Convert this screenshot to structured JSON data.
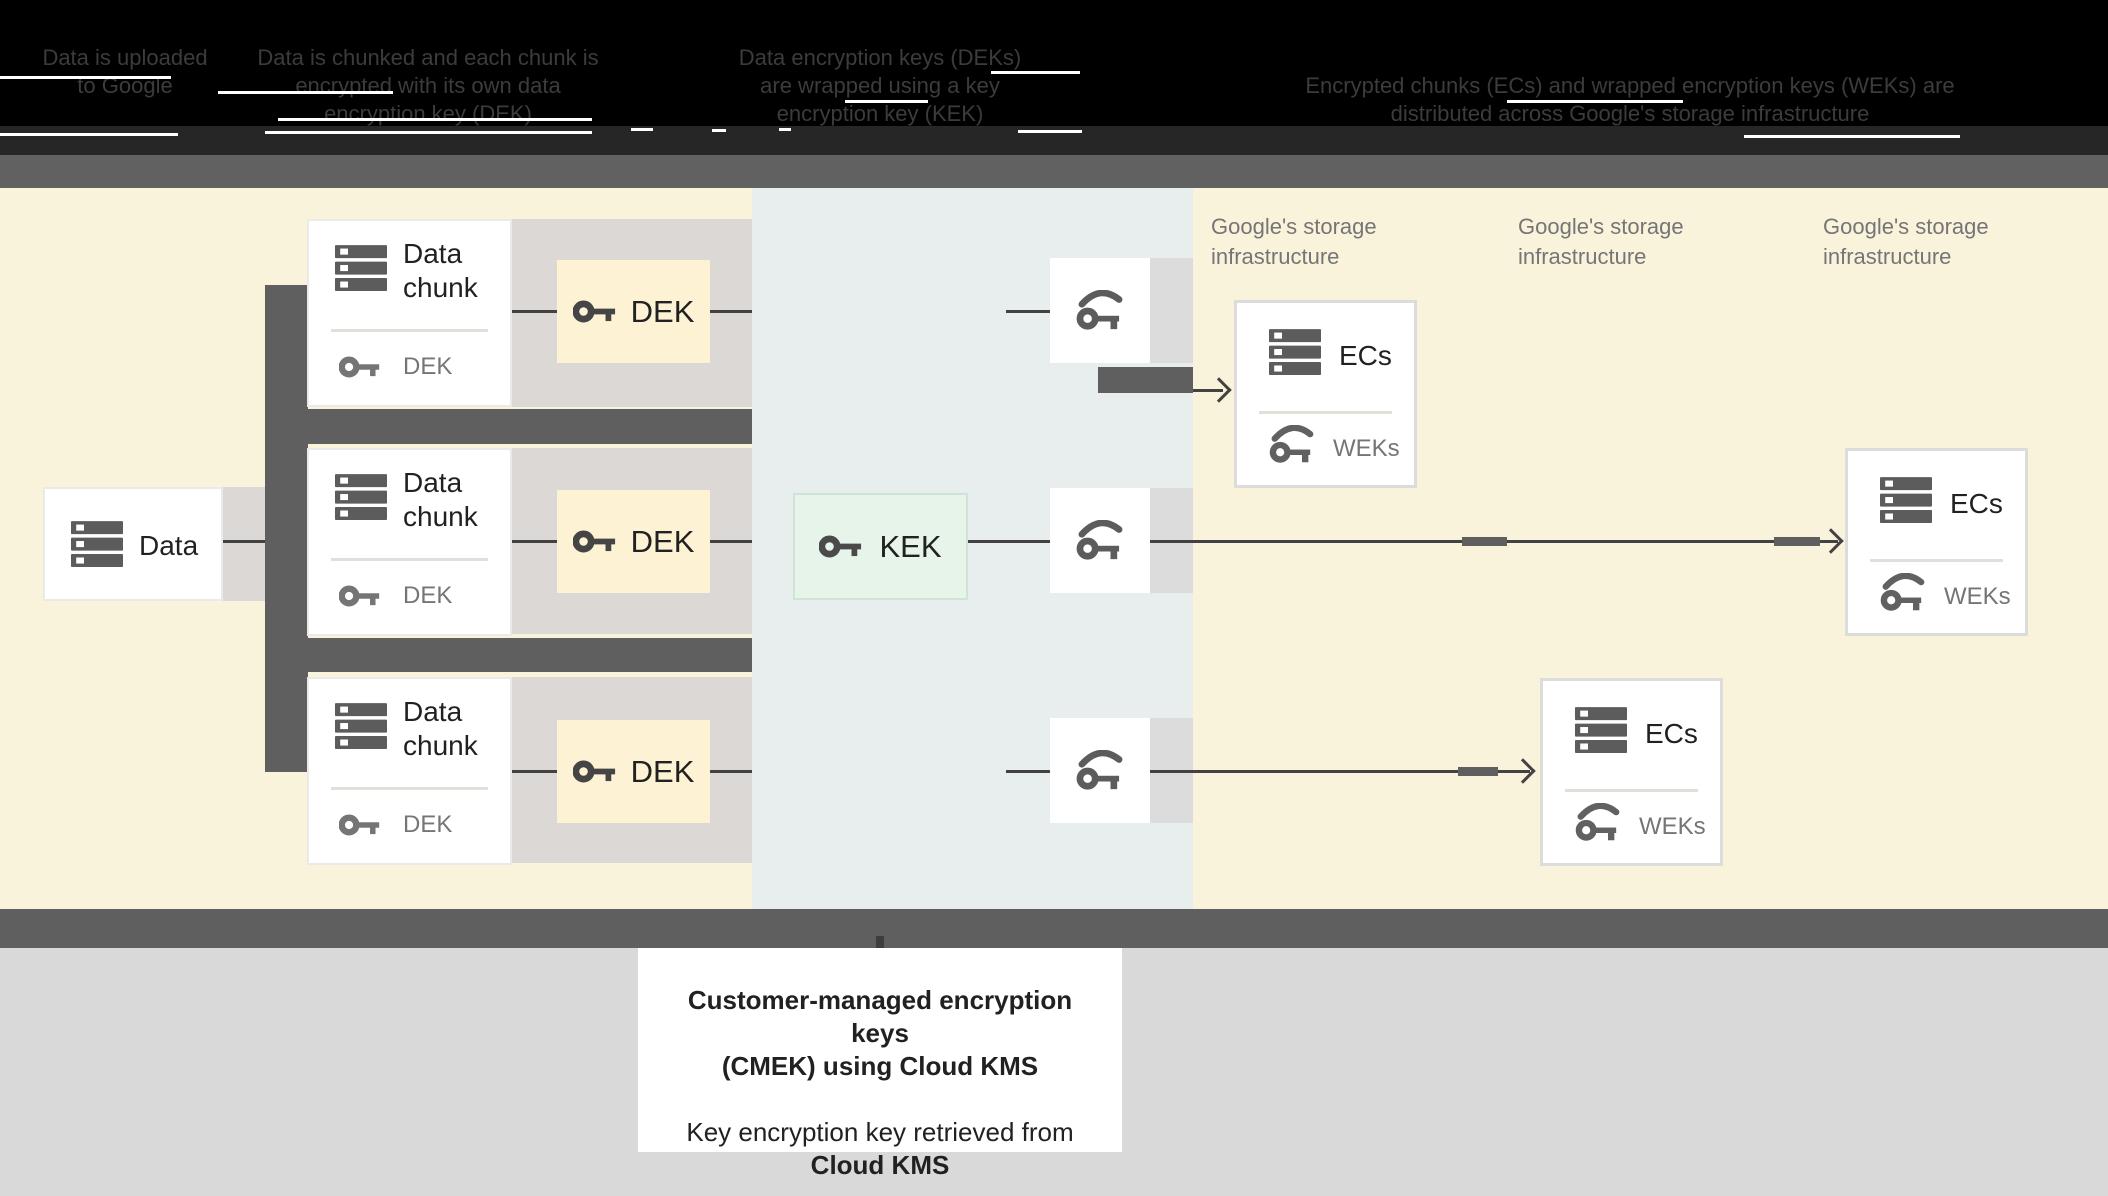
{
  "header": {
    "steps": [
      {
        "text": "Data is uploaded to Google"
      },
      {
        "text": "Data is chunked and each chunk is encrypted with its own data encryption key (DEK)"
      },
      {
        "text": "Data encryption keys (DEKs) are wrapped using a key encryption key (KEK)"
      },
      {
        "text": "Encrypted chunks (ECs) and wrapped encryption keys (WEKs) are distributed across Google's storage infrastructure"
      }
    ]
  },
  "diagram": {
    "data_box": {
      "label": "Data"
    },
    "chunk_rows": [
      {
        "title": "Data chunk",
        "key_label": "DEK",
        "dek_box_label": "DEK"
      },
      {
        "title": "Data chunk",
        "key_label": "DEK",
        "dek_box_label": "DEK"
      },
      {
        "title": "Data chunk",
        "key_label": "DEK",
        "dek_box_label": "DEK"
      }
    ],
    "kek_box": {
      "label": "KEK"
    },
    "storage_labels": [
      {
        "text": "Google's storage infrastructure"
      },
      {
        "text": "Google's storage infrastructure"
      },
      {
        "text": "Google's storage infrastructure"
      }
    ],
    "ec_boxes": [
      {
        "title": "ECs",
        "key_label": "WEKs"
      },
      {
        "title": "ECs",
        "key_label": "WEKs"
      },
      {
        "title": "ECs",
        "key_label": "WEKs"
      }
    ]
  },
  "caption": {
    "line1a": "Customer-managed encryption keys",
    "line1b": "(CMEK) using Cloud KMS",
    "line2a": "Key encryption key retrieved from",
    "line2b": "Cloud KMS"
  },
  "colors": {
    "cream": "#faf3dc",
    "bluegray": "#e8edee",
    "rowgray": "#dbd8d5",
    "keystrip": "#dcdcdc",
    "darkbar": "#5f5f5f",
    "graybar": "#616161",
    "header_black": "#000000",
    "header_black2": "#262626",
    "bottom_gray": "#d9d9d9",
    "dek_box": "#fdf2d3",
    "kek_box": "#e6f4ea",
    "line": "#424242",
    "text_dark": "#212121",
    "text_gray": "#757575",
    "header_text": "#3c3c3c",
    "icon_gray": "#5c5c5c"
  }
}
